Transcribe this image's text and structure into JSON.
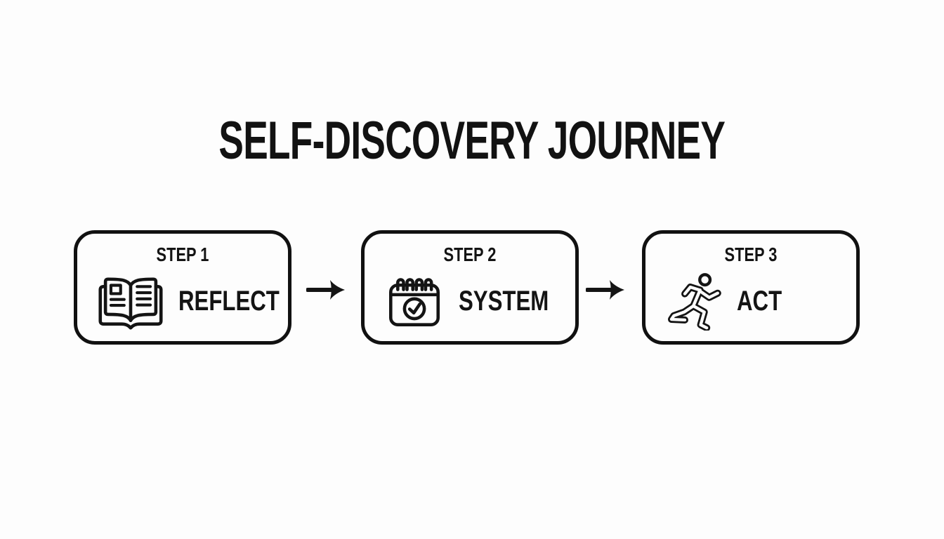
{
  "title": "SELF-DISCOVERY JOURNEY",
  "colors": {
    "background": "#fdfdfd",
    "ink": "#141414",
    "box_border": "#111111"
  },
  "steps": [
    {
      "step_label": "STEP 1",
      "name": "REFLECT",
      "icon": "open-book-icon"
    },
    {
      "step_label": "STEP 2",
      "name": "SYSTEM",
      "icon": "calendar-check-icon"
    },
    {
      "step_label": "STEP 3",
      "name": "ACT",
      "icon": "running-person-icon"
    }
  ],
  "connectors": [
    {
      "icon": "arrow-right-icon"
    },
    {
      "icon": "arrow-right-icon"
    }
  ]
}
